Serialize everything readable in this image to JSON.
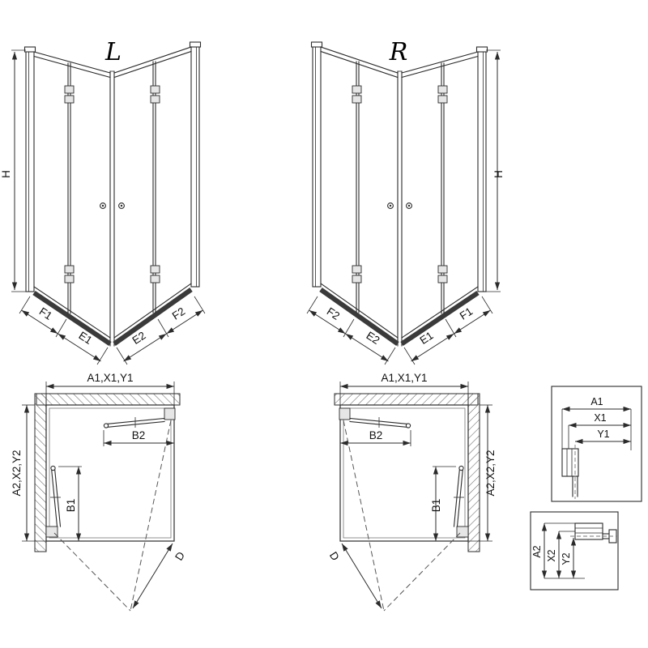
{
  "diagram": {
    "colors": {
      "line": "#2b2b2b",
      "hatch": "#666666",
      "dash": "#555555"
    },
    "iso_left": {
      "label": "L",
      "height": "H",
      "bottom": [
        "F1",
        "E1",
        "E2",
        "F2"
      ]
    },
    "iso_right": {
      "label": "R",
      "height": "H",
      "bottom": [
        "F2",
        "E2",
        "E1",
        "F1"
      ]
    },
    "plan_left": {
      "top": "A1,X1,Y1",
      "side": "A2,X2,Y2",
      "b2": "B2",
      "b1": "B1",
      "d": "D"
    },
    "plan_right": {
      "top": "A1,X1,Y1",
      "side": "A2,X2,Y2",
      "b2": "B2",
      "b1": "B1",
      "d": "D"
    },
    "detail_a1": {
      "labels": [
        "A1",
        "X1",
        "Y1"
      ]
    },
    "detail_a2": {
      "labels": [
        "A2",
        "X2",
        "Y2"
      ]
    }
  }
}
